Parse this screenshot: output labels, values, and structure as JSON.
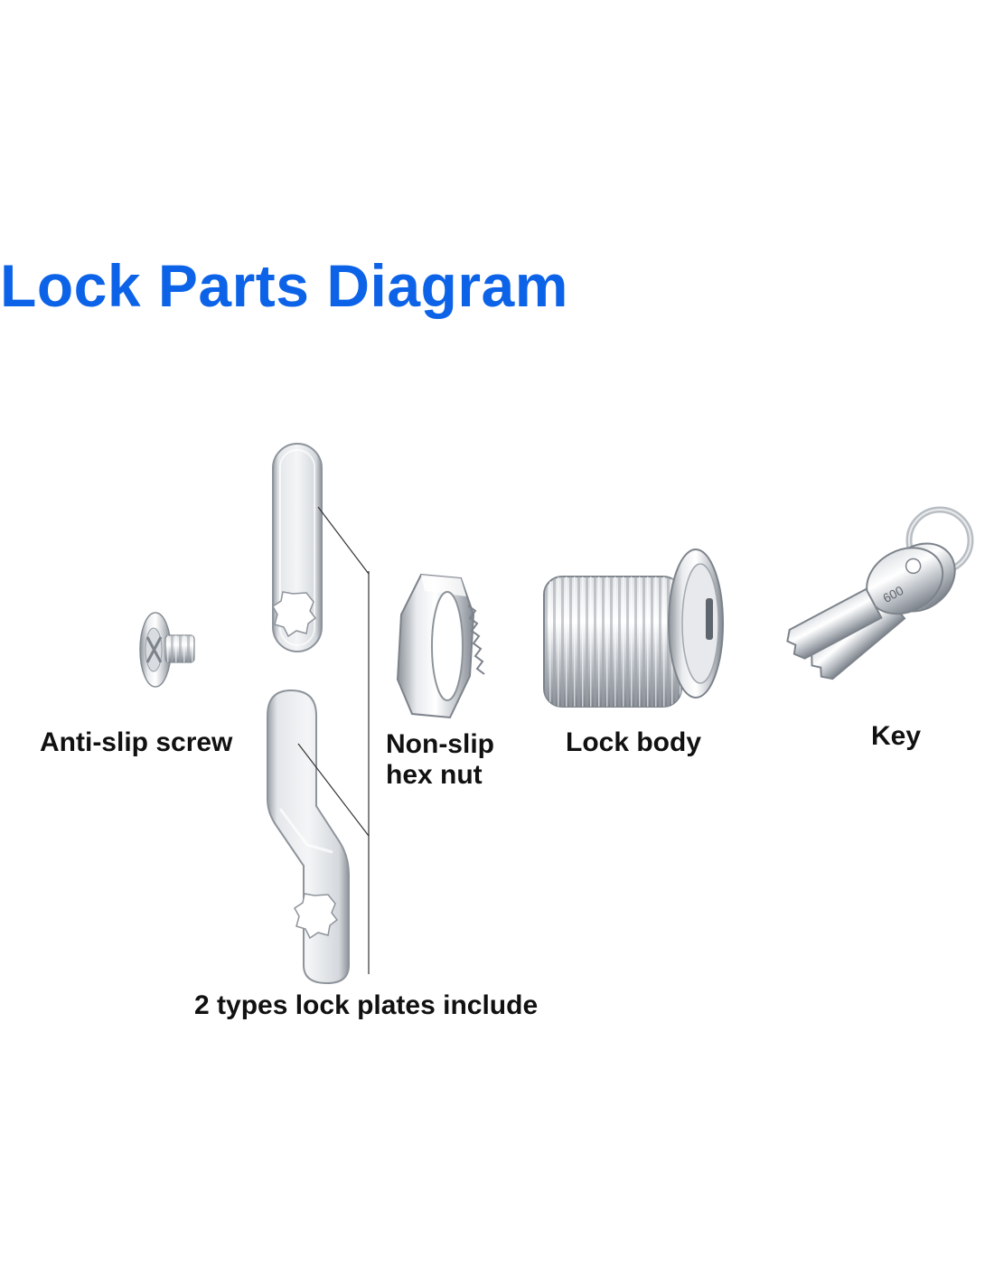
{
  "title": "Lock Parts Diagram",
  "colors": {
    "title": "#0d63e8",
    "label": "#111111",
    "metal_light": "#f2f3f5",
    "metal_mid": "#c4c8cd",
    "metal_dark": "#7d838b"
  },
  "parts": {
    "screw": {
      "label": "Anti-slip screw",
      "icon": "screw-icon"
    },
    "nut": {
      "label_line1": "Non-slip",
      "label_line2": "hex nut",
      "icon": "hex-nut-icon"
    },
    "body": {
      "label": "Lock body",
      "icon": "lock-cylinder-icon"
    },
    "key": {
      "label": "Key",
      "icon": "keys-icon",
      "key_code": "600"
    },
    "plates": {
      "label": "2 types lock plates include",
      "icon": "lock-plate-icon"
    }
  }
}
